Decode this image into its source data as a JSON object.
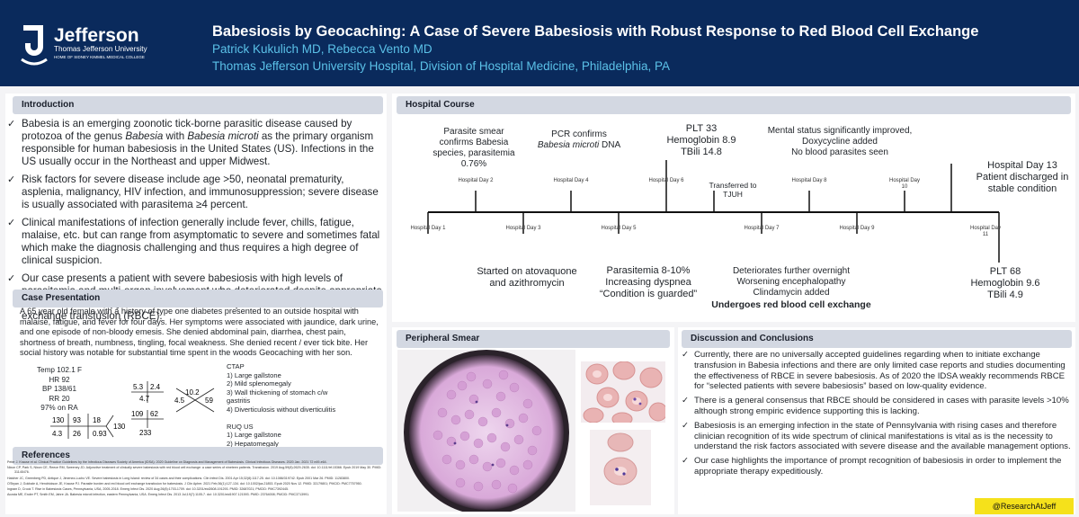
{
  "header": {
    "logo_name": "Jefferson",
    "logo_sub1": "Thomas Jefferson University",
    "logo_sub2": "HOME OF SIDNEY KIMMEL MEDICAL COLLEGE",
    "title": "Babesiosis by Geocaching: A Case of Severe Babesiosis with Robust Response to Red Blood Cell Exchange",
    "authors": "Patrick Kukulich MD, Rebecca Vento MD",
    "affiliation": "Thomas Jefferson University Hospital, Division of Hospital Medicine, Philadelphia, PA"
  },
  "introduction": {
    "heading": "Introduction",
    "bullets": [
      [
        "Babesia is an emerging zoonotic tick-borne parasitic disease caused by protozoa of the genus ",
        "Babesia",
        " with ",
        "Babesia microti",
        " as the primary organism responsible for human babesiosis in the United States (US). Infections in the US usually occur in the Northeast and upper Midwest."
      ],
      "Risk factors for severe disease include age >50, neonatal prematurity, asplenia, malignancy, HIV infection, and immunosuppression; severe disease is usually associated with parasitema ≥4 percent.",
      "Clinical manifestations of infection generally include fever, chills, fatigue, malaise, etc. but can range from asymptomatic to severe and sometimes fatal which make the diagnosis challenging and thus requires a high degree of clinical suspicion.",
      "Our case presents a patient with severe babesiosis with high levels of parasitemia and multi-organ involvement who deteriorated despite appropriate anti-microbial therapy but showed a robust response to red blood cell exchange transfusion (RBCE)."
    ]
  },
  "case_presentation": {
    "heading": "Case Presentation",
    "text": "A 65 year old female with a history of type one diabetes presented to an outside hospital with malaise, fatigue, and fever for four days.  Her symptoms were associated with jaundice, dark urine, and one episode of non-bloody emesis. She denied abdominal pain, diarrhea, chest pain, shortness of breath, numbness, tingling, focal weakness. She denied recent / ever tick bite. Her social history was notable for substantial time spent in the woods Geocaching with her son.",
    "vitals": [
      "Temp 102.1 F",
      "HR 92",
      "BP 138/61",
      "RR 20",
      "97% on RA"
    ],
    "bmp": [
      "130",
      "93",
      "18",
      "4.3",
      "26",
      "130",
      "0.93"
    ],
    "lfts": [
      "5.3",
      "2.4",
      "4.7",
      "109",
      "62",
      "233"
    ],
    "cbc": [
      "10.2",
      "4.5",
      "59"
    ],
    "ctap_title": "CTAP",
    "ctap": [
      "1) Large gallstone",
      "2) Mild splenomegaly",
      "3) Wall thickening of stomach c/w gastritis",
      "4) Diverticulosis without diverticulitis"
    ],
    "ruq_title": "RUQ US",
    "ruq": [
      "1) Large gallstone",
      "2) Hepatomegaly"
    ]
  },
  "references": {
    "heading": "References",
    "items": [
      "Peter J. Krause et al. Clinical Practice Guidelines by the Infectious Diseases Society of America (IDSA): 2020 Guideline on Diagnosis and Management of Babesiosis. Clinical Infectious Diseases. 2020 Jan. 2021 72 e49-e64.",
      "Nixon CP, Park S, Nixon CE, Reece RM, Sweeney JD. Adjunctive treatment of clinically severe babesiosis with red blood cell exchange: a case series of nineteen patients. Transfusion. 2019 Aug;59(8):2629-2635. doi: 10.1111/trf.15366. Epub 2019 May 30. PMID: 31145476.",
      "Hatcher JC, Greenberg PD, Antique J, Jimenez-Lucho VE. Severe babesiosis in Long Island: review of 34 cases and their complications. Clin Infect Dis. 2001 Apr 15;32(8):1117-25. doi: 10.1086/319742. Epub 2001 Mar 26. PMID: 11283800.",
      "O'Bryan J, Gokhale A, Hendrickson JE, Krause PJ. Parasite burden and red blood cell exchange transfusion for babesiosis. J Clin Apher. 2021 Feb;36(1):127-134. doi: 10.1002/jca.21853. Epub 2020 Nov 12. PMID: 33179801; PMCID: PMC7757950.",
      "Ingram D, Crook T. Rise in Babesiosis Cases, Pennsylvania, USA, 2005-2018. Emerg Infect Dis. 2020 Aug;26(8):1703-1709. doi: 10.3201/eid2608.191293. PMID: 32687021; PMCID: PMC7392445.",
      "Acosta ME, Ender PT, Smith EM, Jahre JA. Babesia microti infection, eastern Pennsylvania, USA. Emerg Infect Dis. 2013 Jul;19(7):1105-7. doi: 10.3201/eid1907.121593. PMID: 23764008; PMCID: PMC3713991."
    ]
  },
  "hospital_course": {
    "heading": "Hospital Course",
    "above": [
      {
        "day": "Hospital Day 2",
        "text": "Parasite smear confirms Babesia species, parasitemia 0.76%"
      },
      {
        "day": "Hospital Day 4",
        "text_a": "PCR confirms ",
        "text_b": "Babesia microti",
        "text_c": " DNA"
      },
      {
        "day": "Hospital Day 6",
        "text": "PLT 33\nHemoglobin 8.9\nTBili 14.8"
      },
      {
        "day": "",
        "text": "Transferred to TJUH"
      },
      {
        "day": "Hospital Day 8",
        "text": "Mental status significantly improved, Doxycycline added\nNo blood parasites seen"
      },
      {
        "day": "Hospital Day 10",
        "text": ""
      },
      {
        "day": "",
        "text": "Hospital Day 13\nPatient discharged in stable condition"
      }
    ],
    "below": [
      {
        "day": "Hospital Day 1",
        "text": ""
      },
      {
        "day": "Hospital Day 3",
        "text": "Started on atovaquone and azithromycin"
      },
      {
        "day": "Hospital Day 5",
        "text": "Parasitemia 8-10%\nIncreasing dyspnea\n“Condition is guarded”"
      },
      {
        "day": "Hospital Day 7",
        "text": "Deteriorates further overnight\nWorsening encephalopathy\nClindamycin added",
        "bold": "Undergoes red blood cell exchange"
      },
      {
        "day": "Hospital Day 9",
        "text": ""
      },
      {
        "day": "Hospital Day 11",
        "text": "PLT 68\nHemoglobin 9.6\nTBili 4.9"
      }
    ]
  },
  "peripheral_smear": {
    "heading": "Peripheral Smear"
  },
  "discussion": {
    "heading": "Discussion and Conclusions",
    "bullets": [
      "Currently, there are no universally accepted guidelines regarding when to initiate exchange transfusion in Babesia infections and there are only limited case reports and studies documenting the effectiveness of RBCE in severe babesiosis. As of 2020 the IDSA weakly recommends RBCE for “selected patients with severe babesiosis” based on low-quality evidence.",
      "There is a general consensus that RBCE should be considered in cases with parasite levels >10% although strong empiric evidence supporting this is lacking.",
      "Babesiosis is an emerging infection in the state of Pennsylvania with rising cases and therefore clinician recognition of its wide spectrum of clinical manifestations is vital as is the necessity to understand the risk factors associated with severe disease and the available management options.",
      "Our case highlights the importance of prompt recognition of babesiosis in order to implement the appropriate therapy expeditiously."
    ]
  },
  "social": {
    "handle": "@ResearchAtJeff"
  },
  "colors": {
    "header_bg": "#0a2a5c",
    "accent": "#5bc1e8",
    "section_bar": "#d3d8e2",
    "badge": "#f5e11b"
  }
}
